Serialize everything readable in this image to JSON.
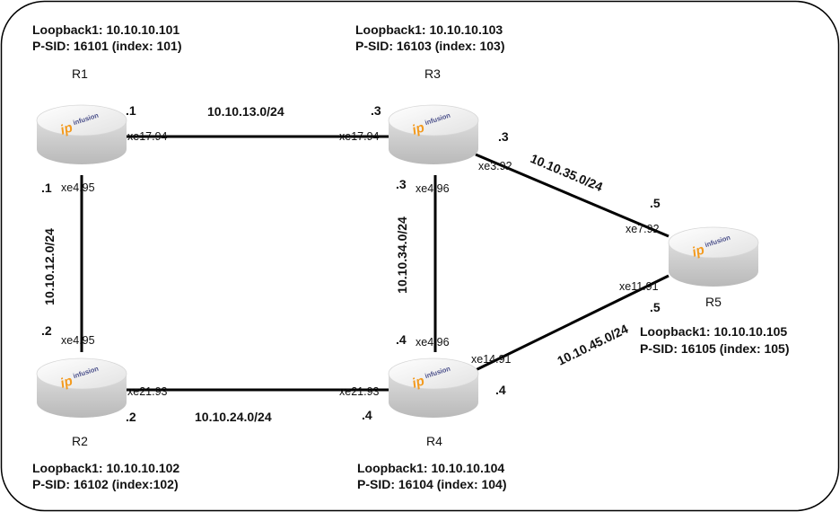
{
  "colors": {
    "link": "#000000",
    "router_top": "#efefef",
    "router_side": "#cfcfcf",
    "logo_ip": "#f39a1e",
    "logo_text": "#4a4f8a"
  },
  "routers": [
    {
      "id": "R1",
      "name": "R1",
      "loopback": "Loopback1: 10.10.10.101",
      "psid": "P-SID: 16101 (index: 101)",
      "logo": {
        "ip": "ip",
        "text": "infusion"
      }
    },
    {
      "id": "R2",
      "name": "R2",
      "loopback": "Loopback1: 10.10.10.102",
      "psid": "P-SID: 16102 (index:102)",
      "logo": {
        "ip": "ip",
        "text": "infusion"
      }
    },
    {
      "id": "R3",
      "name": "R3",
      "loopback": "Loopback1: 10.10.10.103",
      "psid": "P-SID: 16103 (index: 103)",
      "logo": {
        "ip": "ip",
        "text": "infusion"
      }
    },
    {
      "id": "R4",
      "name": "R4",
      "loopback": "Loopback1: 10.10.10.104",
      "psid": "P-SID: 16104 (index: 104)",
      "logo": {
        "ip": "ip",
        "text": "infusion"
      }
    },
    {
      "id": "R5",
      "name": "R5",
      "loopback": "Loopback1: 10.10.10.105",
      "psid": "P-SID: 16105 (index: 105)",
      "logo": {
        "ip": "ip",
        "text": "infusion"
      }
    }
  ],
  "links": [
    {
      "id": "r1-r3",
      "network": "10.10.13.0/24",
      "a_iface": "xe17.94",
      "a_ip": ".1",
      "b_iface": "xe17.94",
      "b_ip": ".3"
    },
    {
      "id": "r1-r2",
      "network": "10.10.12.0/24",
      "a_iface": "xe4.95",
      "a_ip": ".1",
      "b_iface": "xe4.95",
      "b_ip": ".2"
    },
    {
      "id": "r2-r4",
      "network": "10.10.24.0/24",
      "a_iface": "xe21.93",
      "a_ip": ".2",
      "b_iface": "xe21.93",
      "b_ip": ".4"
    },
    {
      "id": "r3-r4",
      "network": "10.10.34.0/24",
      "a_iface": "xe4.96",
      "a_ip": ".3",
      "b_iface": "xe4.96",
      "b_ip": ".4"
    },
    {
      "id": "r3-r5",
      "network": "10.10.35.0/24",
      "a_iface": "xe3.92",
      "a_ip": ".3",
      "b_iface": "xe7.92",
      "b_ip": ".5"
    },
    {
      "id": "r4-r5",
      "network": "10.10.45.0/24",
      "a_iface": "xe14.91",
      "a_ip": ".4",
      "b_iface": "xe11.91",
      "b_ip": ".5"
    }
  ]
}
